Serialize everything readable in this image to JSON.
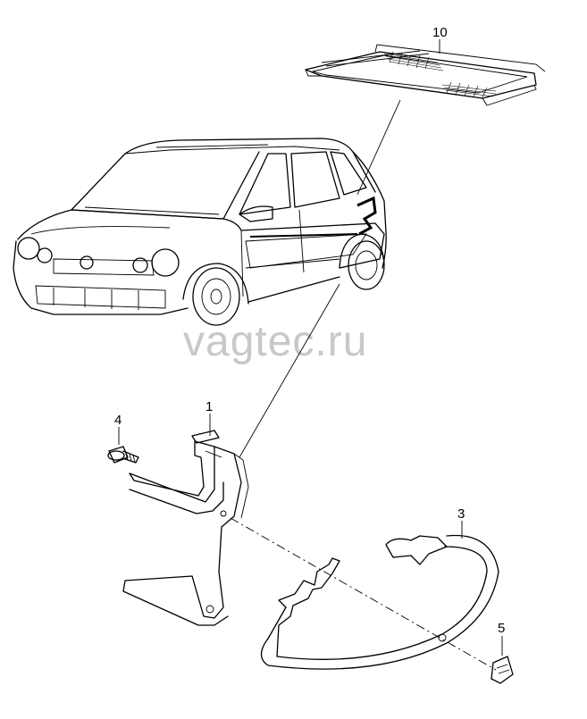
{
  "diagram": {
    "watermark": "vagtec.ru",
    "callouts": [
      {
        "id": "c10",
        "label": "10"
      },
      {
        "id": "c1",
        "label": "1"
      },
      {
        "id": "c4",
        "label": "4"
      },
      {
        "id": "c3",
        "label": "3"
      },
      {
        "id": "c5",
        "label": "5"
      }
    ]
  }
}
